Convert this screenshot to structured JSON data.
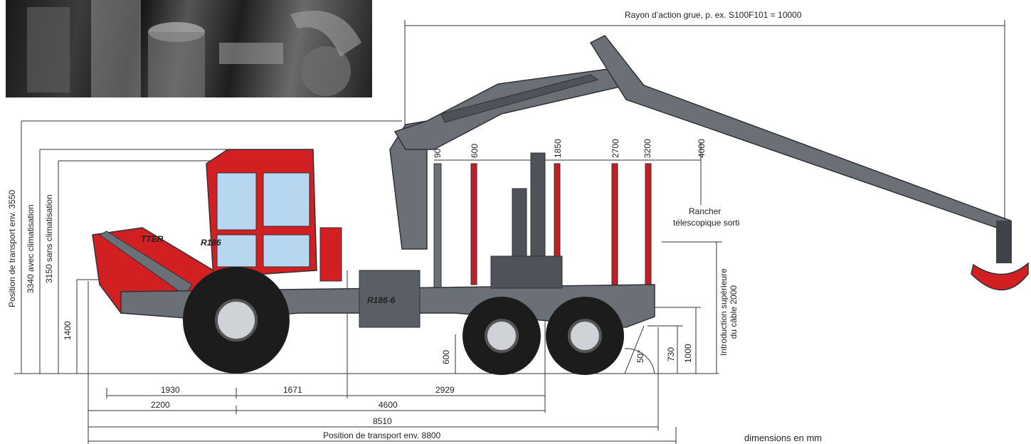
{
  "colors": {
    "machine_body": "#6b6f76",
    "machine_dark": "#3f4349",
    "cab_red": "#d11f22",
    "tire": "#1c1c1c",
    "hub": "#cfd3d8",
    "dimension_line": "#333333",
    "photo_bg": "#2a2a2a"
  },
  "photo": {
    "icon": "steel-parts-photo"
  },
  "reach": {
    "label": "Rayon d’action grue, p. ex. S100F101 = 10000"
  },
  "heights": {
    "transport": "Position de transport env. 3550",
    "with_ac": "3340 avec climatisation",
    "without_ac": "3150 sans climatisation",
    "h1400": "1400",
    "h600": "600",
    "h730": "730",
    "h1000": "1000",
    "cable_top": "Introduction supérieure\ndu câble 2000",
    "angle": "50°"
  },
  "stakes": {
    "s90": "90",
    "s600": "600",
    "s1850": "1850",
    "s2700": "2700",
    "s3200": "3200",
    "s4000": "4000"
  },
  "rancher": {
    "line1": "Rancher",
    "line2": "télescopique sorti"
  },
  "model": {
    "cab_badge": "R186",
    "cab_brand": "TTER",
    "frame_badge": "R186-6"
  },
  "lengths": {
    "l1930": "1930",
    "l1671": "1671",
    "l2929": "2929",
    "l2200": "2200",
    "l4600": "4600",
    "l8510": "8510",
    "transport": "Position de transport env. 8800"
  },
  "units_note": "dimensions en mm"
}
